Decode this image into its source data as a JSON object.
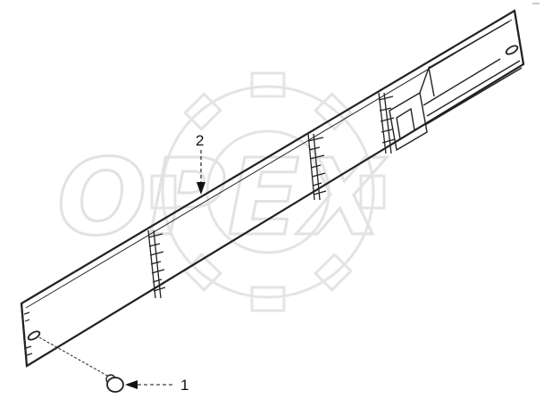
{
  "watermark": {
    "text": "OPEX"
  },
  "callouts": {
    "part_1": "1",
    "part_2": "2"
  }
}
